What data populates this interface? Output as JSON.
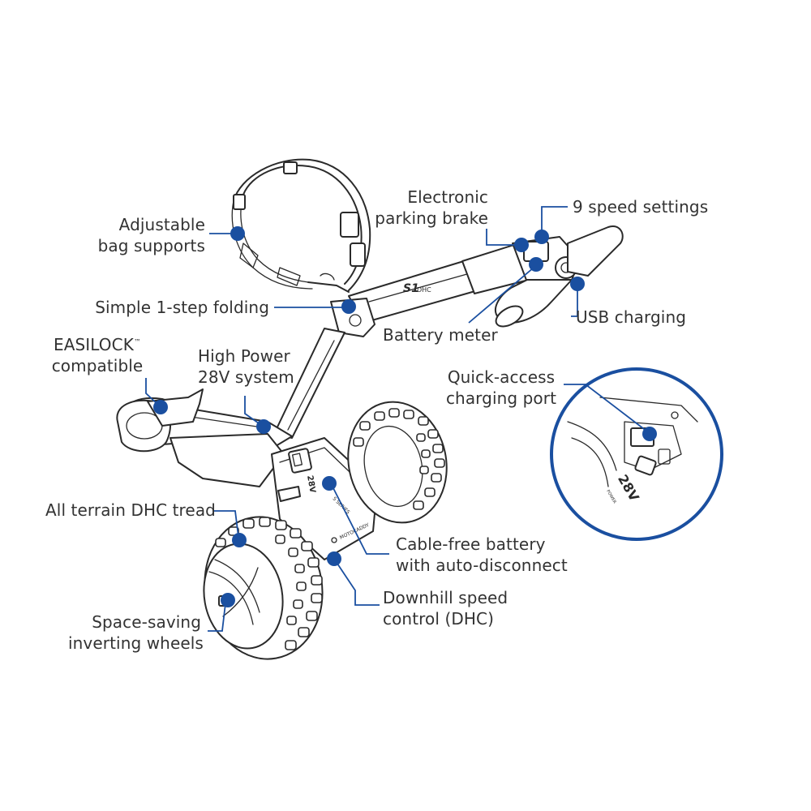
{
  "callouts": {
    "bag_supports": [
      "Adjustable",
      "bag supports"
    ],
    "folding": "Simple 1-step folding",
    "easilock": [
      "EASILOCK",
      "™",
      "compatible"
    ],
    "high_power": [
      "High Power",
      "28V system"
    ],
    "tread": "All terrain DHC tread",
    "inverting_wheels": [
      "Space-saving",
      "inverting wheels"
    ],
    "parking_brake": [
      "Electronic",
      "parking brake"
    ],
    "speed_settings": "9 speed settings",
    "battery_meter": "Battery meter",
    "usb_charging": "USB charging",
    "charging_port": [
      "Quick-access",
      "charging port"
    ],
    "battery": [
      "Cable-free battery",
      "with auto-disconnect"
    ],
    "downhill": [
      "Downhill speed",
      "control (DHC)"
    ]
  },
  "product_markings": {
    "handle_logo": "S1",
    "handle_logo_suffix": "DHC",
    "battery_voltage": "28V",
    "battery_power": "POWER"
  },
  "colors": {
    "accent": "#1a4fa0",
    "text": "#333333",
    "ink": "#2a2a2a"
  }
}
